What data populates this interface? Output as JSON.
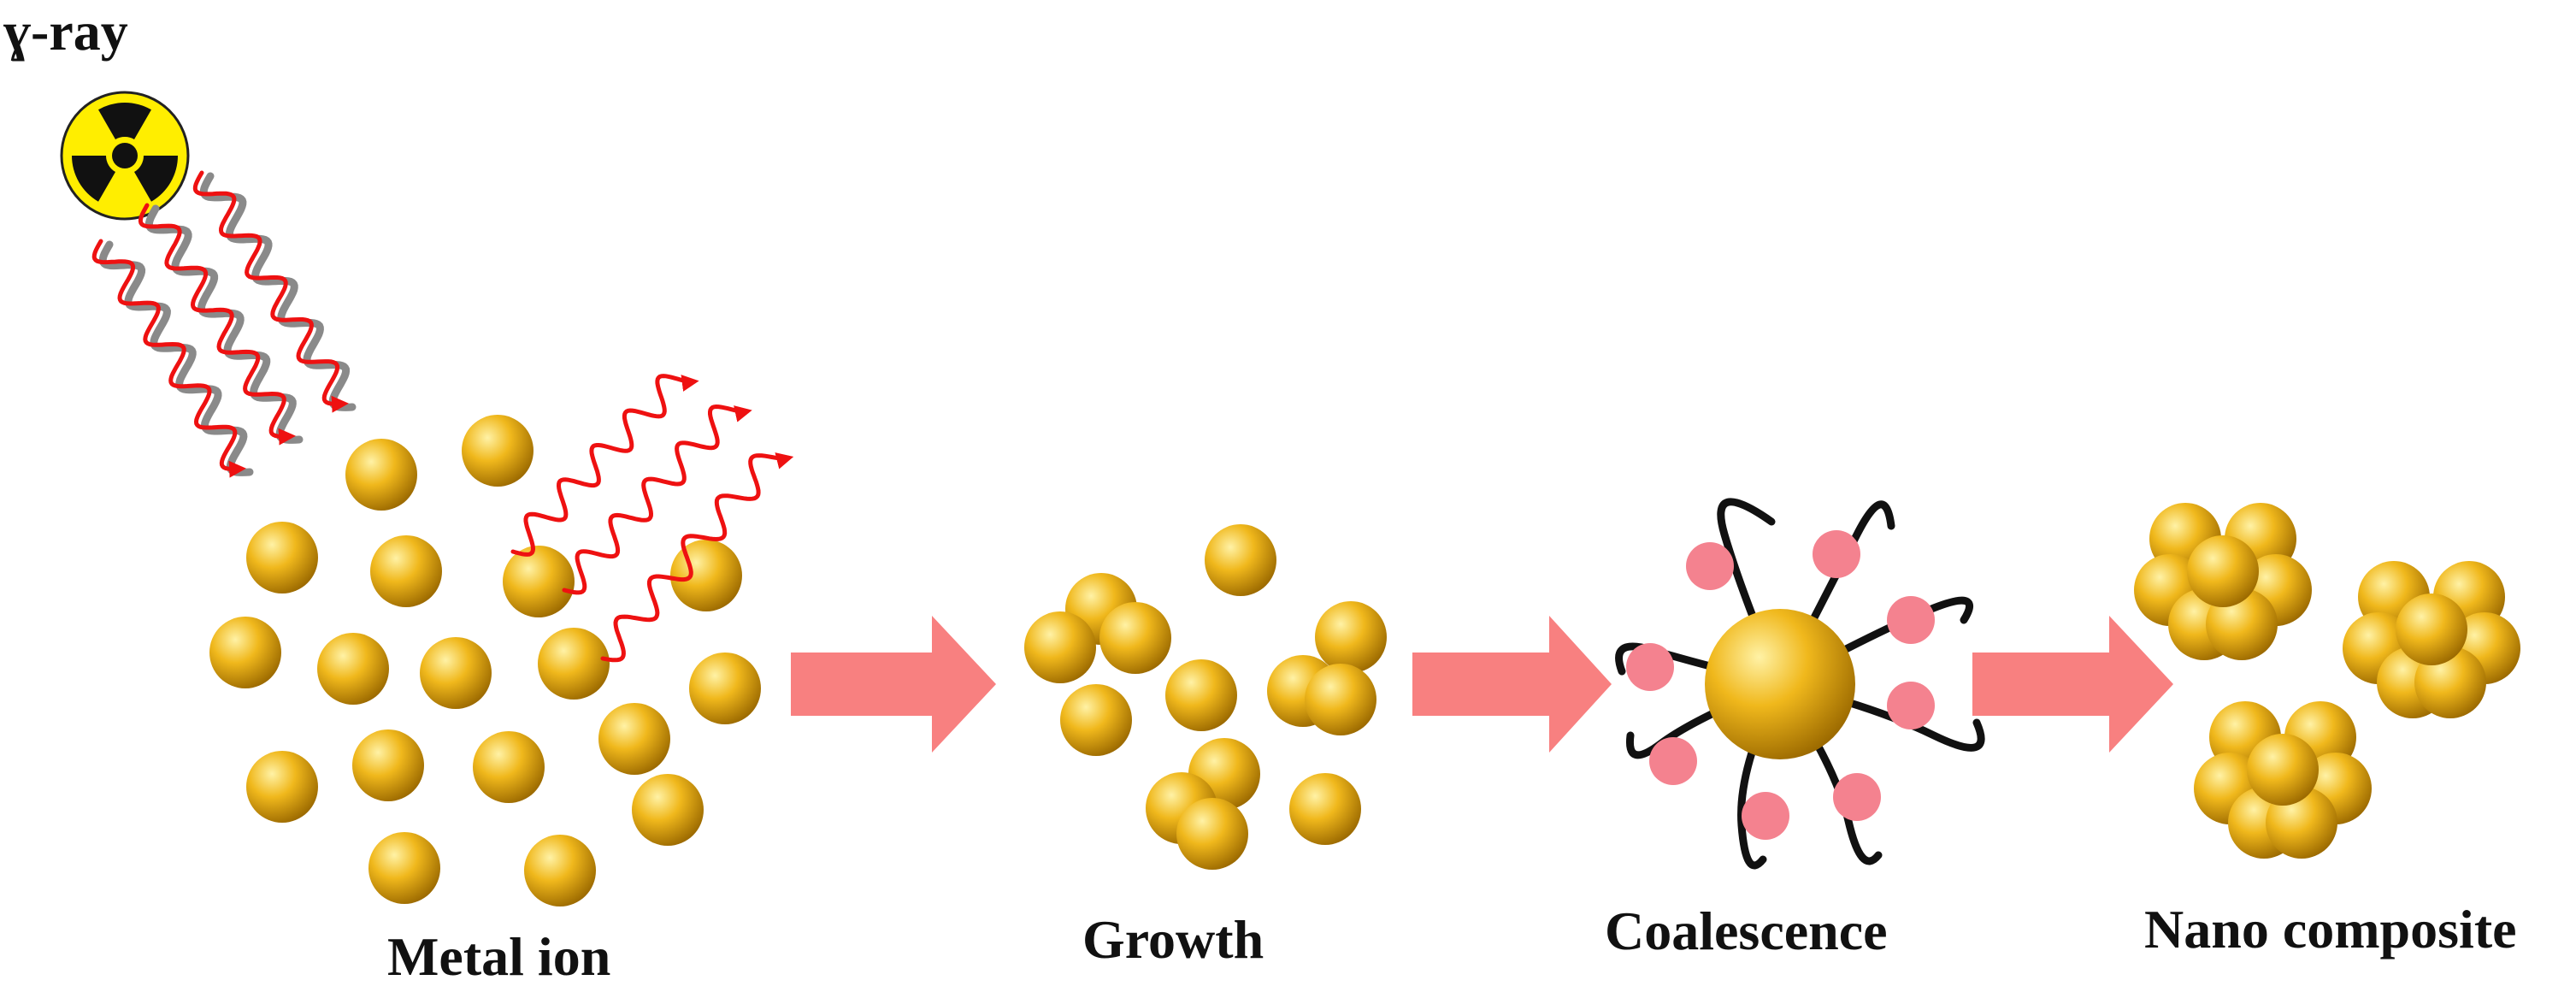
{
  "labels": {
    "source": "ɣ-ray",
    "stage1": "Metal ion",
    "stage2": "Growth",
    "stage3": "Coalescence",
    "stage4": "Nano composite"
  },
  "colors": {
    "particle_light": "#fff2a6",
    "particle_mid": "#f0b81c",
    "particle_dark": "#9c6a00",
    "wave": "#ee1111",
    "wave_shadow": "#8a8a8a",
    "arrow": "#f88080",
    "ligand_bead": "#f4828f",
    "ligand_chain": "#111111",
    "radiation_yellow": "#ffee00"
  },
  "icons": {
    "source": "radiation-hazard-icon",
    "process": "arrow-right-icon"
  }
}
